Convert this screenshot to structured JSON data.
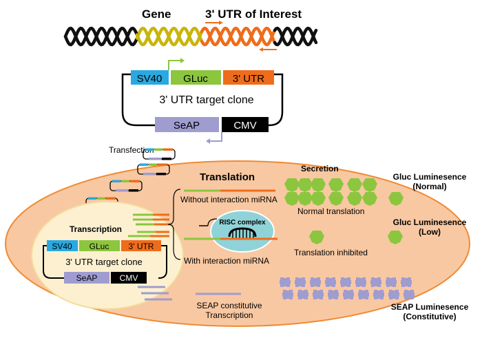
{
  "header": {
    "gene_label": "Gene",
    "utr_label": "3' UTR of Interest"
  },
  "clone_top": {
    "sv40": "SV40",
    "gluc": "GLuc",
    "utr": "3' UTR",
    "title": "3' UTR target clone",
    "seap": "SeAP",
    "cmv": "CMV"
  },
  "cell": {
    "transfection": "Transfection",
    "translation": "Translation",
    "secretion": "Secretion",
    "transcription": "Transcription",
    "without_mirna": "Without interaction miRNA",
    "with_mirna": "With interaction miRNA",
    "risc": "RISC complex",
    "normal_translation": "Normal translation",
    "translation_inhibited": "Translation inhibited",
    "seap_transcription_1": "SEAP constitutive",
    "seap_transcription_2": "Transcription"
  },
  "clone_inner": {
    "sv40": "SV40",
    "gluc": "GLuc",
    "utr": "3' UTR",
    "title": "3' UTR target clone",
    "seap": "SeAP",
    "cmv": "CMV"
  },
  "legend": {
    "gluc_normal_1": "Gluc Luminesence",
    "gluc_normal_2": "(Normal)",
    "gluc_low_1": "Gluc Luminesence",
    "gluc_low_2": "(Low)",
    "seap_1": "SEAP Luminesence",
    "seap_2": "(Constitutive)"
  },
  "colors": {
    "sv40": "#29a9e0",
    "gluc": "#8cc63f",
    "utr": "#ef6c1a",
    "seap": "#9f9ccf",
    "cmv": "#000000",
    "cell": "#f8c8a2",
    "nucleus": "#fdf0d0",
    "risc": "#8fd3d8",
    "dna_yellow": "#c9b50a"
  }
}
